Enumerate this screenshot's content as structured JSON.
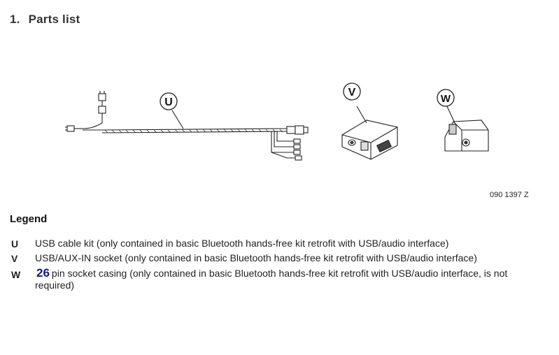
{
  "section": {
    "number": "1.",
    "title": "Parts list"
  },
  "figure": {
    "callouts": {
      "u": "U",
      "v": "V",
      "w": "W"
    },
    "reference": "090 1397 Z"
  },
  "legend": {
    "title": "Legend",
    "items": [
      {
        "letter": "U",
        "text": "USB cable kit (only contained in basic Bluetooth hands-free kit retrofit with USB/audio interface)"
      },
      {
        "letter": "V",
        "text": "USB/AUX-IN socket (only contained in basic Bluetooth hands-free kit retrofit with USB/audio interface)"
      },
      {
        "letter": "W",
        "pin_count": "26",
        "text": "pin socket casing (only contained in basic Bluetooth hands-free kit retrofit with USB/audio interface, is not required)"
      }
    ]
  }
}
